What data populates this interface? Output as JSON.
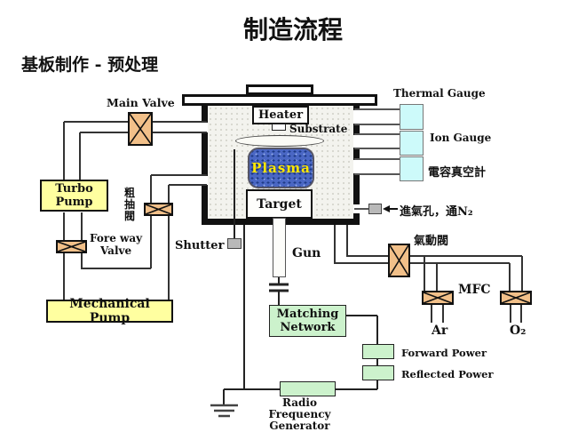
{
  "header": {
    "title": "制造流程",
    "subtitle": "基板制作 - 预处理"
  },
  "chamber": {
    "heater": "Heater",
    "substrate": "Substrate",
    "plasma": "Plasma",
    "target": "Target"
  },
  "vacuum_system": {
    "main_valve": "Main Valve",
    "turbo_pump": "Turbo\nPump",
    "rough_valve": "粗\n抽\n閥",
    "fore_way_valve": "Fore way\nValve",
    "mechanical_pump": "Mechanical Pump",
    "shutter": "Shutter"
  },
  "gauges": {
    "thermal": "Thermal Gauge",
    "ion": "Ion Gauge",
    "capacitance": "電容真空計",
    "gas_inlet": "進氣孔，通N₂"
  },
  "gas_system": {
    "pneumatic_valve": "氣動閥",
    "mfc": "MFC",
    "ar": "Ar",
    "o2": "O₂"
  },
  "rf_system": {
    "gun": "Gun",
    "matching_network": "Matching\nNetwork",
    "forward_power": "Forward Power",
    "reflected_power": "Reflected Power",
    "rf_generator": "Radio Frequency\nGenerator"
  },
  "icons": {
    "arrow_left": "←",
    "valve_x": "X-cross",
    "ground": "ground-symbol",
    "capacitor": "capacitor-symbol"
  },
  "colors": {
    "valve_fill": "#F2C089",
    "pump_fill": "#FFFFA0",
    "gauge_fill": "#CDFAFA",
    "green_fill": "#CCF2CC",
    "plasma_fill": "#4A67C4",
    "plasma_text": "#FFE800",
    "line": "#333333",
    "wall": "#111111"
  }
}
